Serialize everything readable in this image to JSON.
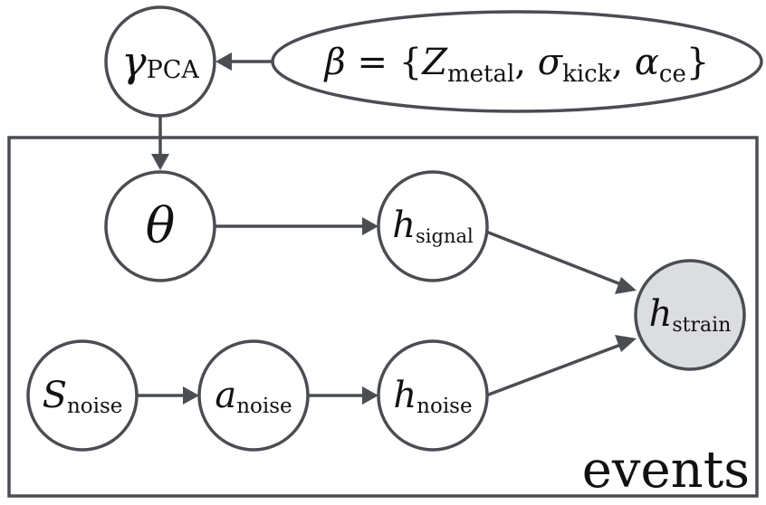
{
  "diagram": {
    "nodes": {
      "gamma": {
        "sym": "γ",
        "sub": "PCA"
      },
      "beta": {
        "lhs": "β",
        "eq": " = {",
        "z": "Z",
        "z_sub": "metal",
        "sigma": "σ",
        "sigma_sub": "kick",
        "alpha": "α",
        "alpha_sub": "ce",
        "sep": ", ",
        "close": "}"
      },
      "theta": {
        "sym": "θ"
      },
      "h_signal": {
        "sym": "h",
        "sub": "signal"
      },
      "h_strain": {
        "sym": "h",
        "sub": "strain"
      },
      "s_noise": {
        "sym": "S",
        "sub": "noise"
      },
      "a_noise": {
        "sym": "a",
        "sub": "noise"
      },
      "h_noise": {
        "sym": "h",
        "sub": "noise"
      }
    },
    "plate": {
      "label": "events"
    },
    "colors": {
      "stroke": "#4a4d52",
      "observed_fill": "#dcdde0",
      "latent_fill": "#ffffff"
    }
  }
}
